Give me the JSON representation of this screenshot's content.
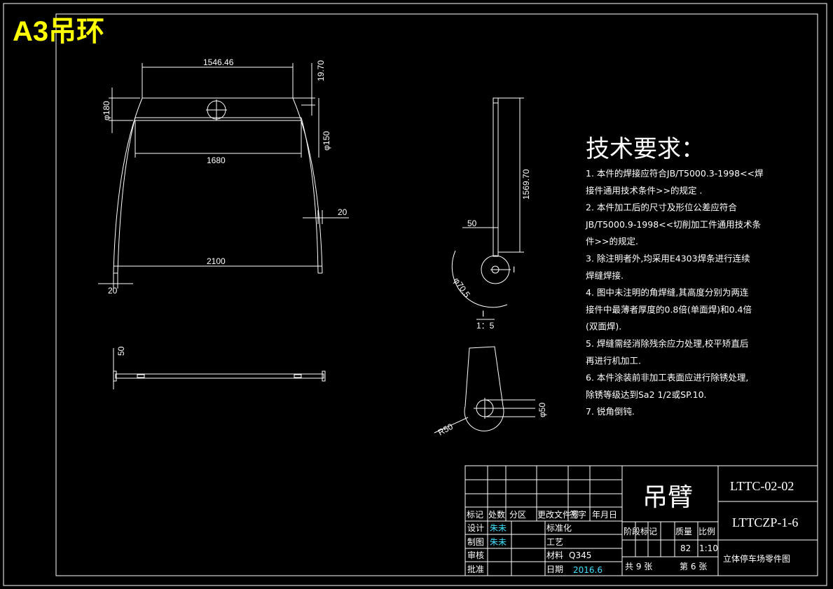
{
  "header": {
    "sheet_label": "A3吊环"
  },
  "colors": {
    "background": "#000000",
    "lines": "#ffffff",
    "header": "#ffff00",
    "signature": "#40e0ff"
  },
  "front_view": {
    "dims": [
      "1546.46",
      "19.70",
      "φ180",
      "φ150",
      "1680",
      "20",
      "2100",
      "20"
    ]
  },
  "top_view": {
    "dims": [
      "50"
    ]
  },
  "side_view": {
    "dims": [
      "1569.70",
      "50",
      "φ70.5",
      "I"
    ]
  },
  "detail_view": {
    "label": "I",
    "scale": "1：5",
    "dims": [
      "φ50",
      "R50"
    ]
  },
  "notes": {
    "title": "技术要求：",
    "lines": [
      "1. 本件的焊接应符合JB/T5000.3-1998<<焊",
      "接件通用技术条件>>的规定 .",
      "2. 本件加工后的尺寸及形位公差应符合",
      "JB/T5000.9-1998<<切削加工件通用技术条",
      "件>>的规定.",
      "3. 除注明者外,均采用E4303焊条进行连续",
      "焊缝焊接.",
      "4. 图中未注明的角焊缝,其高度分别为两连",
      "接件中最薄者厚度的0.8倍(单面焊)和0.4倍",
      "(双面焊).",
      "5. 焊缝需经消除残余应力处理,校平矫直后",
      "再进行机加工.",
      "6. 本件涂装前非加工表面应进行除锈处理,",
      "除锈等级达到Sa2 1/2或SP.10.",
      "7. 锐角倒钝."
    ]
  },
  "title_block": {
    "part_name": "吊臂",
    "drawing_no": "LTTC-02-02",
    "project_no": "LTTCZP-1-6",
    "description": "立体停车场零件图",
    "header_row": [
      "标记",
      "处数",
      "分区",
      "更改文件号",
      "签字",
      "年月日"
    ],
    "design_label": "设计",
    "design_name": "朱未",
    "draw_label": "制图",
    "draw_name": "朱未",
    "check_label": "审核",
    "approve_label": "批准",
    "standardize_label": "标准化",
    "process_label": "工艺",
    "material_label": "材料",
    "material_value": "Q345",
    "date_label": "日期",
    "date_value": "2016.6",
    "stage_label": "阶段标记",
    "mass_label": "质量",
    "scale_label": "比例",
    "mass_value": "82",
    "scale_value": "1:10",
    "total_sheets": "共 9 张",
    "sheet_no": "第 6 张"
  }
}
